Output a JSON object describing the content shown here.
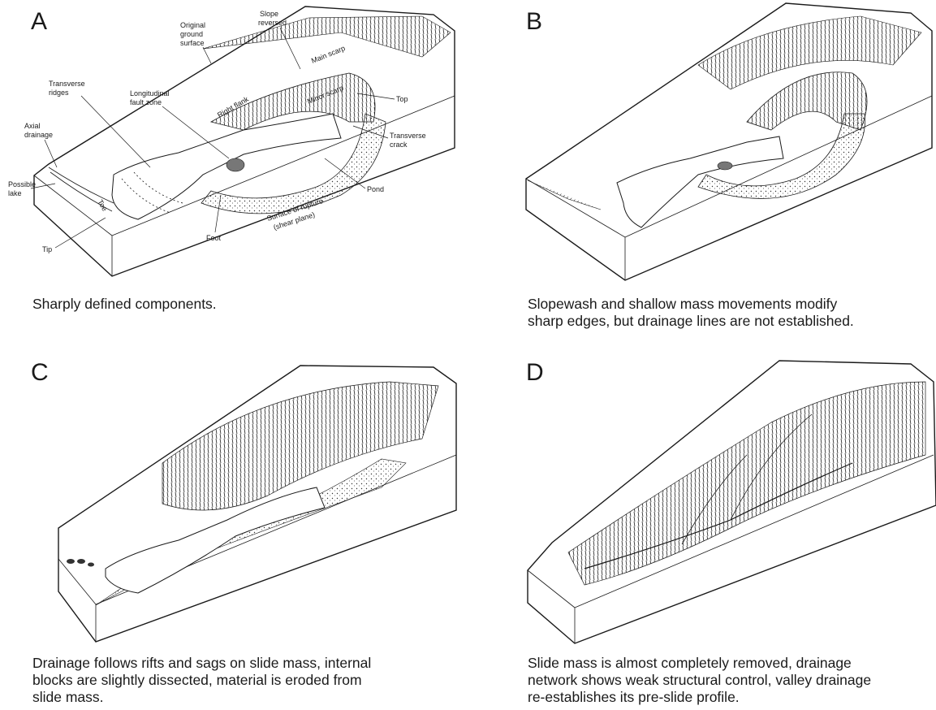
{
  "panels": [
    {
      "letter": "A",
      "caption": "Sharply defined components.",
      "labels": {
        "original_ground_surface": [
          "Original",
          "ground",
          "surface"
        ],
        "slope_reversed": [
          "Slope",
          "reversed"
        ],
        "main_scarp": "Main scarp",
        "top": "Top",
        "minor_scarp": "Minor scarp",
        "right_flank": "Right flank",
        "transverse_crack": [
          "Transverse",
          "crack"
        ],
        "transverse_ridges": [
          "Transverse",
          "ridges"
        ],
        "longitudinal_fault_zone": [
          "Longitudinal",
          "fault zone"
        ],
        "axial_drainage": [
          "Axial",
          "drainage"
        ],
        "possible_lake": [
          "Possible",
          "lake"
        ],
        "toe": "Toe",
        "tip": "Tip",
        "foot": "Foot",
        "pond": "Pond",
        "surface_of_rupture": [
          "Surface of rupture",
          "(shear plane)"
        ]
      }
    },
    {
      "letter": "B",
      "caption": [
        "Slopewash and shallow mass movements modify",
        "sharp edges, but drainage lines are not established."
      ]
    },
    {
      "letter": "C",
      "caption": [
        "Drainage follows rifts and sags on slide mass, internal",
        "blocks are slightly dissected, material is eroded from",
        "slide mass."
      ]
    },
    {
      "letter": "D",
      "caption": [
        "Slide mass is almost completely removed, drainage",
        "network shows weak structural control, valley drainage",
        "re-establishes its pre-slide profile."
      ]
    }
  ]
}
